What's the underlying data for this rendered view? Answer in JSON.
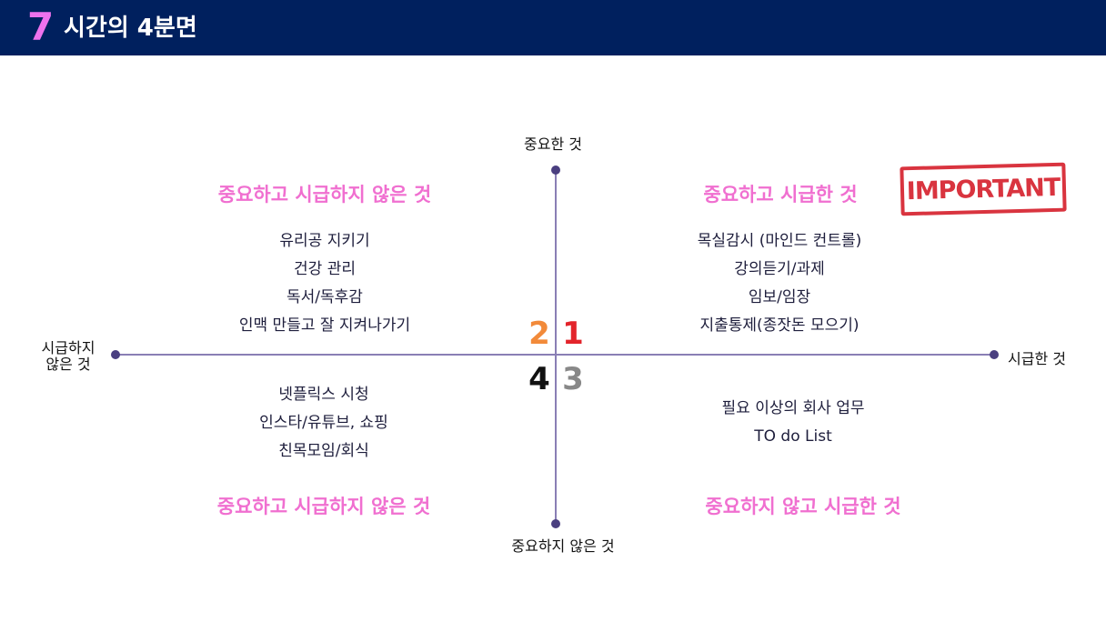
{
  "header": {
    "number": "7",
    "title": "시간의 4분면",
    "background": "#00205e",
    "number_color": "#ee72ee"
  },
  "axes": {
    "top_label": "중요한 것",
    "bottom_label": "중요하지 않은 것",
    "left_label_line1": "시급하지",
    "left_label_line2": "않은 것",
    "right_label": "시급한 것",
    "color": "#8a7fb5",
    "dot_color": "#4a3f80"
  },
  "stamp": {
    "text": "IMPORTANT",
    "color": "#d9343f"
  },
  "quadrants": {
    "q2": {
      "number": "2",
      "number_color": "#f28a3a",
      "title": "중요하고 시급하지 않은 것",
      "items": [
        "유리공 지키기",
        "건강 관리",
        "독서/독후감",
        "인맥 만들고 잘 지켜나가기"
      ]
    },
    "q1": {
      "number": "1",
      "number_color": "#e3242b",
      "title": "중요하고 시급한 것",
      "items": [
        "목실감시 (마인드 컨트롤)",
        "강의듣기/과제",
        "임보/임장",
        "지출통제(종잣돈 모으기)"
      ]
    },
    "q4": {
      "number": "4",
      "number_color": "#111111",
      "title": "중요하고 시급하지 않은 것",
      "items": [
        "넷플릭스 시청",
        "인스타/유튜브, 쇼핑",
        "친목모임/회식"
      ]
    },
    "q3": {
      "number": "3",
      "number_color": "#888888",
      "title": "중요하지 않고 시급한 것",
      "items": [
        "필요 이상의 회사 업무",
        "TO do List"
      ]
    }
  },
  "title_color": "#f06fd0"
}
